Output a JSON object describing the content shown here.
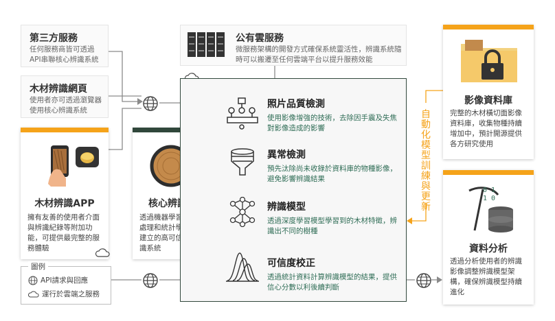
{
  "third_party": {
    "title": "第三方服務",
    "desc": "任何服務商皆可透過API串聯核心辨識系統"
  },
  "web": {
    "title": "木材辨識網頁",
    "desc": "使用者亦可透過瀏覽器使用核心辨識系統"
  },
  "app": {
    "title": "木材辨識APP",
    "desc": "擁有友善的使用者介面與辨識紀錄等附加功能，可提供最完整的服務體驗"
  },
  "core": {
    "title": "核心辨識系統",
    "desc": "透過機器學習配搭影像處理和統計學的技術，建立的高可信度木材辨識系統"
  },
  "cloud": {
    "title": "公有雲服務",
    "desc": "微服務架構的開發方式確保系統靈活性，辨識系統隨時可以搬遷至任何雲端平台以提升服務效能"
  },
  "steps": [
    {
      "title": "照片品質檢測",
      "desc": "使用影像增強的技術，去除因手震及失焦對影像造成的影響"
    },
    {
      "title": "異常檢測",
      "desc": "預先汰除尚未收錄於資料庫的物種影像，避免影響辨識結果"
    },
    {
      "title": "辨識模型",
      "desc": "透過深度學習模型學習到的木材特徵，辨識出不同的樹種"
    },
    {
      "title": "可信度校正",
      "desc": "透過統計資料計算辨識模型的結果，提供信心分數以利後續判斷"
    }
  ],
  "image_db": {
    "title": "影像資料庫",
    "desc": "完整的木材橫切面影像資料庫，收集物種持續增加中，預計開源提供各方研究使用"
  },
  "analysis": {
    "title": "資料分析",
    "desc": "透過分析使用者的辨識影像調整辨識模型架構，確保辨識模型持續進化",
    "bits": "0 1\n1 0"
  },
  "auto_update": "自動化模型訓練與更新",
  "legend": {
    "title": "圖例",
    "api": "API請求與回應",
    "cloud": "運行於雲端之服務"
  },
  "colors": {
    "accent": "#f5a31a",
    "dark_green": "#30473b",
    "desc_green": "#2f6d56"
  }
}
